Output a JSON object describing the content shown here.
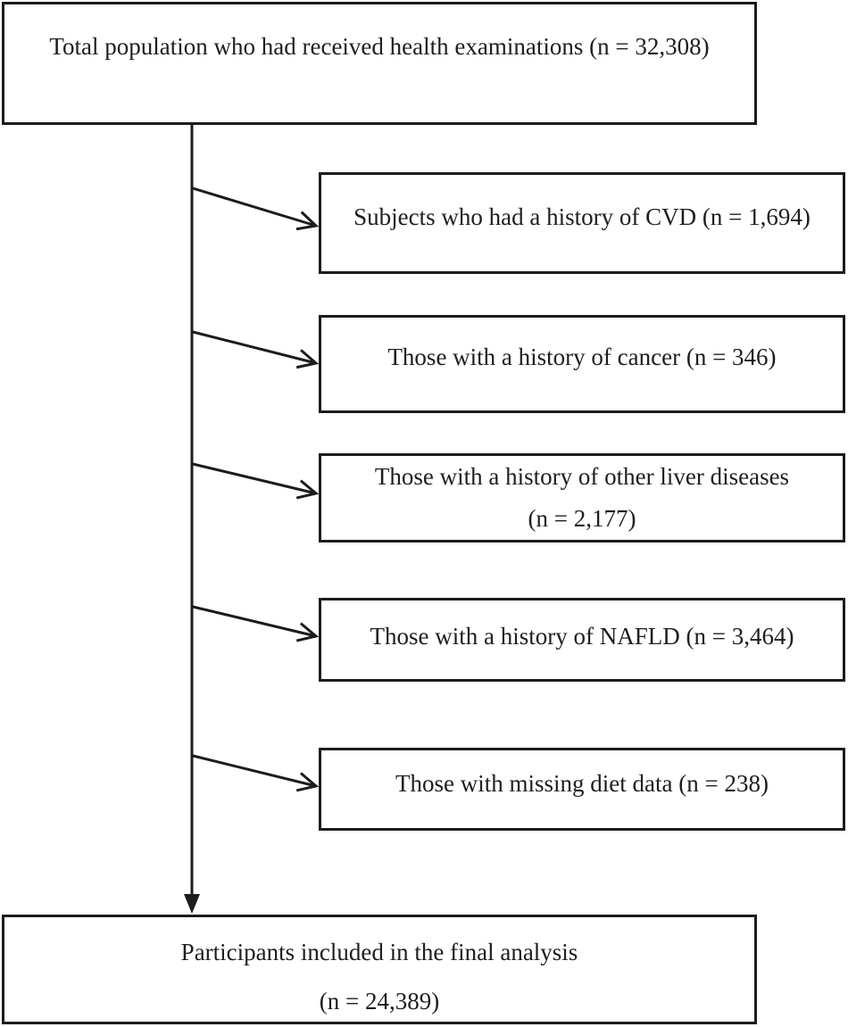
{
  "colors": {
    "line": "#1c1c1c",
    "text": "#1e1e1e",
    "background": "#ffffff"
  },
  "flowchart": {
    "total_population": {
      "label": "Total population who had received health examinations (n = 32,308)"
    },
    "exclusions": [
      {
        "label": "Subjects who had a history of CVD (n = 1,694)"
      },
      {
        "label": "Those with a history of cancer (n = 346)"
      },
      {
        "line1": "Those with a history of other liver diseases",
        "line2": "(n = 2,177)"
      },
      {
        "label": "Those with a history of NAFLD (n = 3,464)"
      },
      {
        "label": "Those with missing diet data (n = 238)"
      }
    ],
    "final_analysis": {
      "line1": "Participants included in the final analysis",
      "line2": "(n = 24,389)"
    }
  }
}
